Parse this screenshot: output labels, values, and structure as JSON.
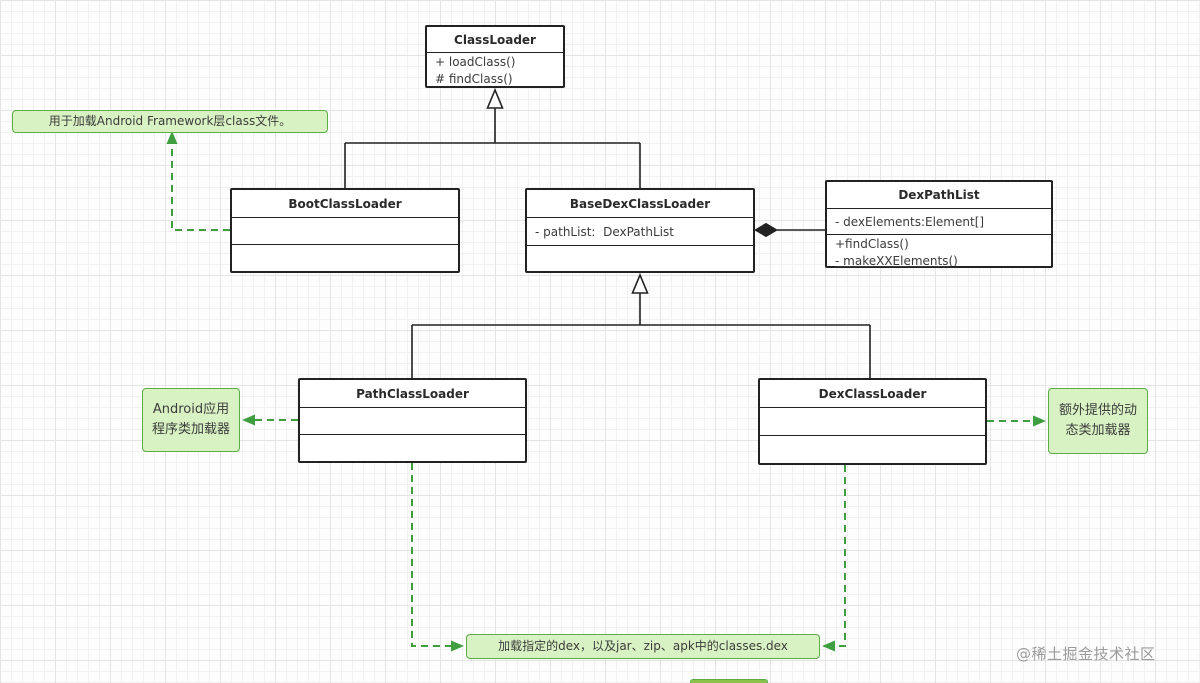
{
  "classes": {
    "classLoader": {
      "title": "ClassLoader",
      "members": [
        "+ loadClass()",
        "# findClass()"
      ]
    },
    "bootClassLoader": {
      "title": "BootClassLoader"
    },
    "baseDexClassLoader": {
      "title": "BaseDexClassLoader",
      "fields": [
        "- pathList:  DexPathList"
      ]
    },
    "dexPathList": {
      "title": "DexPathList",
      "fields": [
        "- dexElements:Element[]"
      ],
      "methods": [
        "+findClass()",
        "- makeXXElements()"
      ]
    },
    "pathClassLoader": {
      "title": "PathClassLoader"
    },
    "dexClassLoader": {
      "title": "DexClassLoader"
    }
  },
  "notes": {
    "framework": "用于加载Android Framework层class文件。",
    "androidApp": {
      "line1": "Android应用",
      "line2": "程序类加载器"
    },
    "extraLoader": {
      "line1": "额外提供的动",
      "line2": "态类加载器"
    },
    "bottom": "加载指定的dex，以及jar、zip、apk中的classes.dex"
  },
  "watermark": "@稀土掘金技术社区",
  "colors": {
    "noteFill": "#d9f2c4",
    "noteStroke": "#5bad44",
    "dashedGreen": "#3f9e3f",
    "classBorder": "#222222"
  }
}
